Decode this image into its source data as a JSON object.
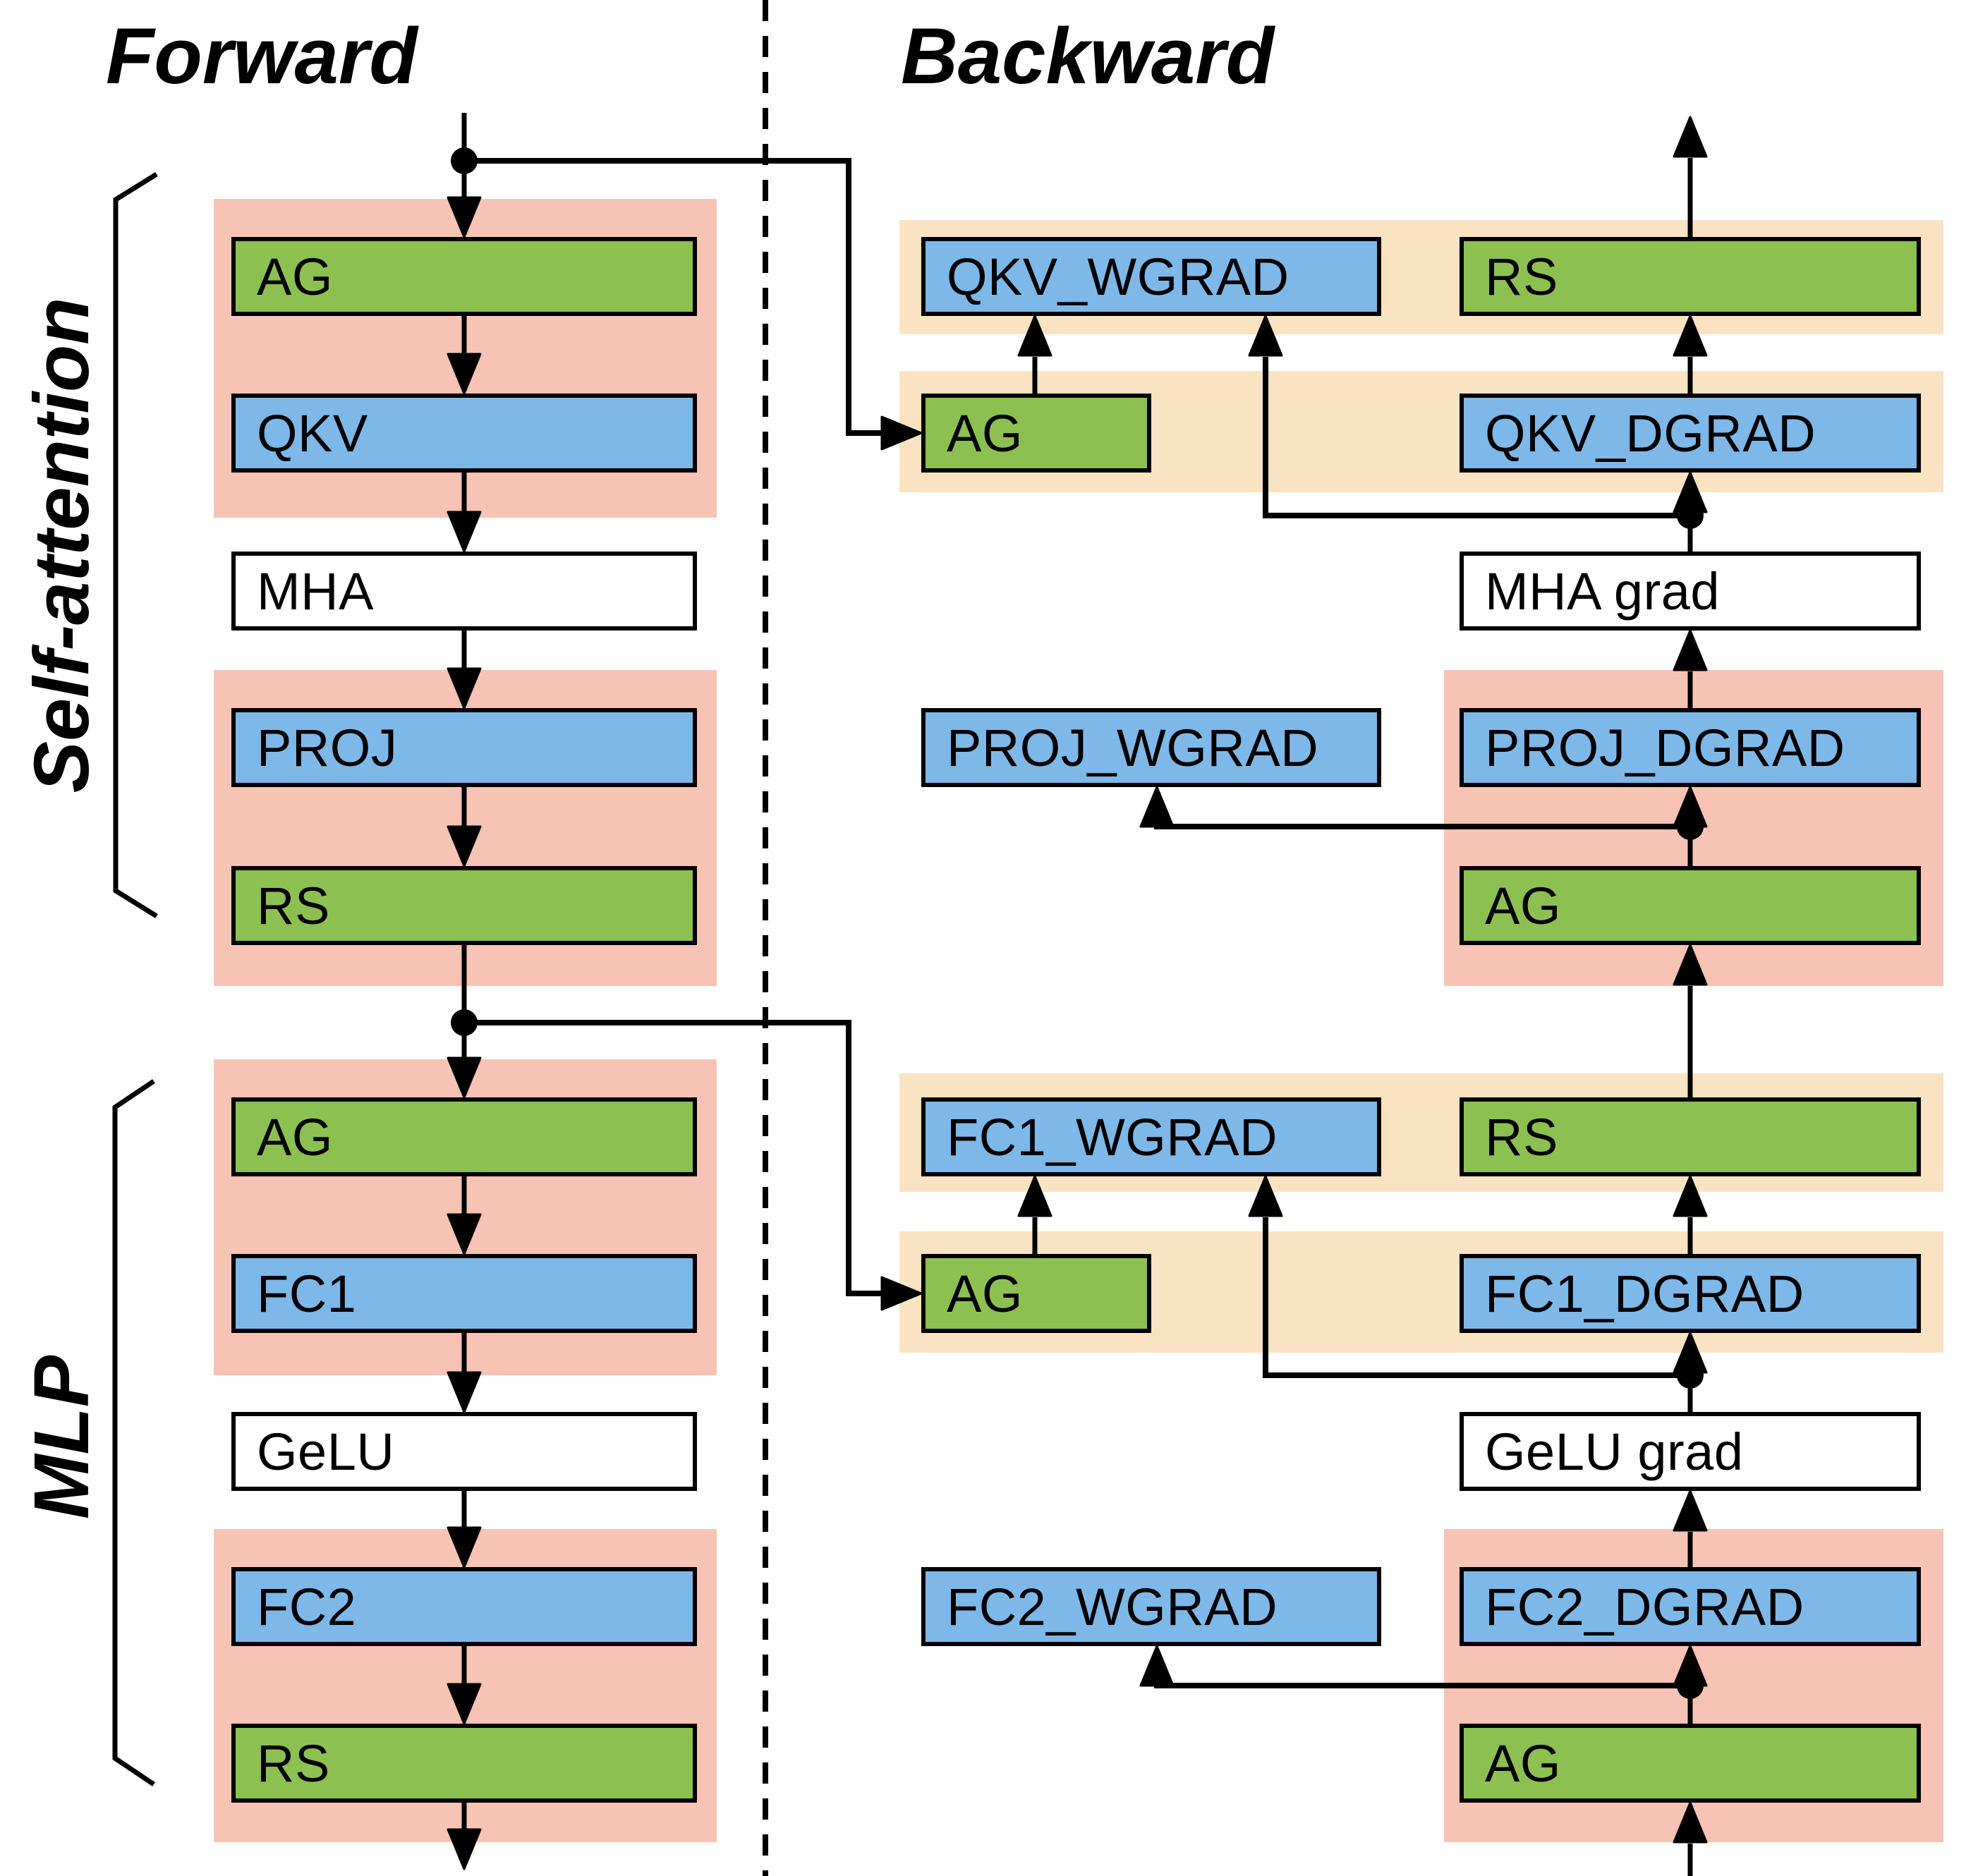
{
  "titles": {
    "forward": "Forward",
    "backward": "Backward"
  },
  "group_labels": {
    "self_attention": "Self-attention",
    "mlp": "MLP"
  },
  "forward_boxes": {
    "ag1": "AG",
    "qkv": "QKV",
    "mha": "MHA",
    "proj": "PROJ",
    "rs1": "RS",
    "ag2": "AG",
    "fc1": "FC1",
    "gelu": "GeLU",
    "fc2": "FC2",
    "rs2": "RS"
  },
  "backward_boxes": {
    "qkv_wgrad": "QKV_WGRAD",
    "rs1": "RS",
    "ag1": "AG",
    "qkv_dgrad": "QKV_DGRAD",
    "mha_grad": "MHA grad",
    "proj_wgrad": "PROJ_WGRAD",
    "proj_dgrad": "PROJ_DGRAD",
    "ag2": "AG",
    "fc1_wgrad": "FC1_WGRAD",
    "rs2": "RS",
    "ag3": "AG",
    "fc1_dgrad": "FC1_DGRAD",
    "gelu_grad": "GeLU grad",
    "fc2_wgrad": "FC2_WGRAD",
    "fc2_dgrad": "FC2_DGRAD",
    "ag4": "AG"
  },
  "colors": {
    "comm_green": "#8CC152",
    "gemm_blue": "#7EB8E8",
    "pink_region": "#F7C3B4",
    "tan_region": "#FAE3C2",
    "box_border": "#000000",
    "line": "#000000",
    "background": "#FFFFFF"
  }
}
